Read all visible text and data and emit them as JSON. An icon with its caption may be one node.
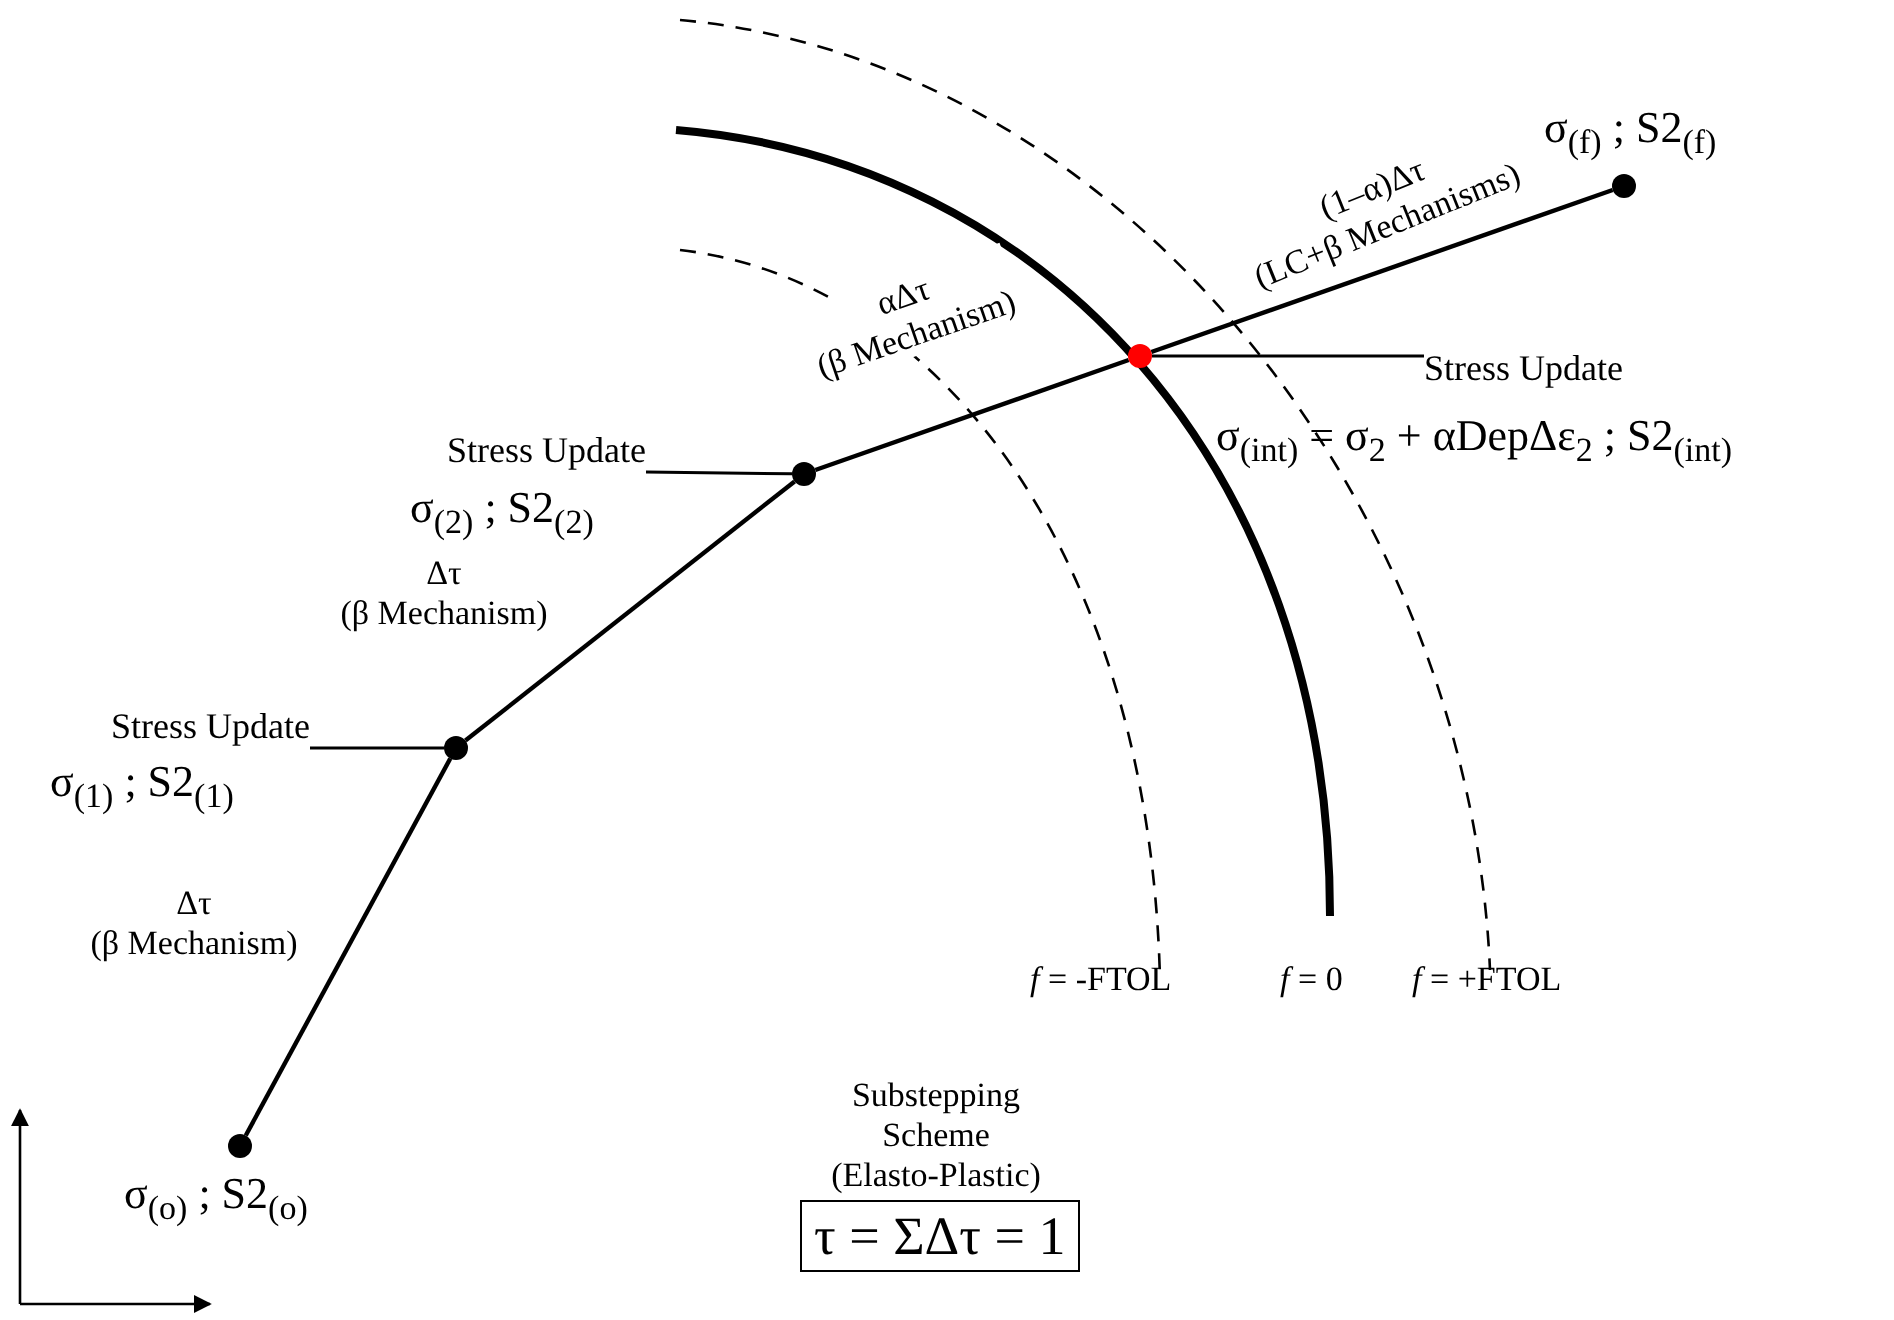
{
  "diagram": {
    "nodes": [
      {
        "text": [],
        "shape": "circle",
        "beside": [
          "σ$_{(f)}$ ; S2$_{(f)}$"
        ]
      },
      {
        "text": [],
        "shape": "circle"
      },
      {
        "text": [
          "Stress Update"
        ],
        "beside": [
          "σ$_{(int)}$ = σ$_{2}$ + αDepΔε$_{2}$ ; S2$_{(int)}$"
        ]
      },
      {
        "text": [
          "Stress Update"
        ],
        "beside": [
          "σ$_{(2)}$ ; S2$_{(2)}$"
        ]
      },
      {
        "text": [],
        "shape": "circle"
      },
      {
        "text": [
          "Stress Update"
        ],
        "beside": [
          "σ$_{(1)}$ ; S2$_{(1)}$"
        ]
      },
      {
        "text": [],
        "shape": "circle"
      },
      {
        "text": [],
        "shape": "circle",
        "beside": [
          "σ$_{(o)}$ ; S2$_{(o)}$"
        ]
      },
      {
        "text": [
          "Substepping Scheme (Elasto-Plastic)",
          "τ = ΣΔτ = 1"
        ]
      }
    ],
    "edges": [
      {
        "from": 7,
        "to": 6,
        "arrow": "none",
        "label": "Δτ (β Mechanism)"
      },
      {
        "from": 6,
        "to": 4,
        "arrow": "none",
        "label": "Δτ (β Mechanism)"
      },
      {
        "from": 4,
        "to": 1,
        "arrow": "none",
        "label": "αΔτ (β Mechanism)"
      },
      {
        "from": 1,
        "to": 0,
        "arrow": "none",
        "label": "(1–α)Δτ (LC+β Mechanisms)"
      },
      {
        "from": 5,
        "to": 6,
        "arrow": "none"
      },
      {
        "from": 3,
        "to": 4,
        "arrow": "none"
      },
      {
        "from": 2,
        "to": 1,
        "arrow": "none"
      }
    ],
    "labels": [
      "*f* = -FTOL",
      "*f* = 0",
      "*f* = +FTOL"
    ]
  }
}
